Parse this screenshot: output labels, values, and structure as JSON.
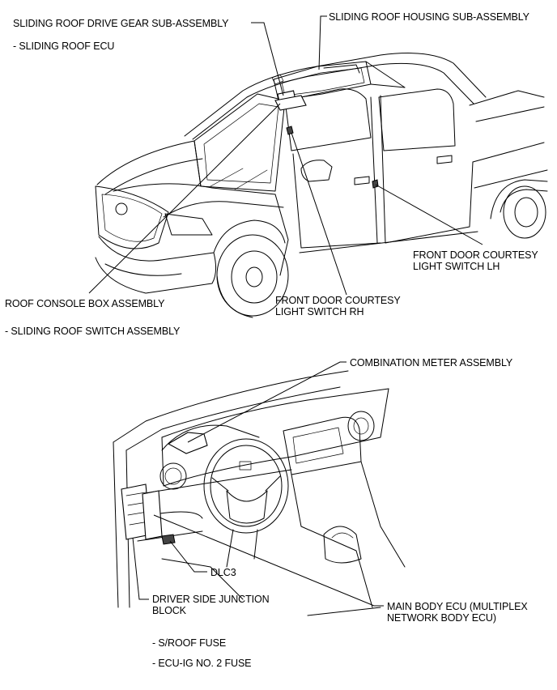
{
  "labels": {
    "sliding_roof_drive_gear": "SLIDING ROOF DRIVE GEAR SUB-ASSEMBLY",
    "sliding_roof_ecu": "- SLIDING ROOF ECU",
    "sliding_roof_housing": "SLIDING ROOF HOUSING SUB-ASSEMBLY",
    "front_door_courtesy_lh_1": "FRONT DOOR COURTESY",
    "front_door_courtesy_lh_2": "LIGHT SWITCH LH",
    "roof_console_box": "ROOF CONSOLE BOX ASSEMBLY",
    "sliding_roof_switch": "- SLIDING ROOF SWITCH ASSEMBLY",
    "front_door_courtesy_rh_1": "FRONT DOOR COURTESY",
    "front_door_courtesy_rh_2": "LIGHT SWITCH RH",
    "combination_meter": "COMBINATION METER ASSEMBLY",
    "dlc3": "DLC3",
    "driver_side_junction_1": "DRIVER SIDE JUNCTION",
    "driver_side_junction_2": "BLOCK",
    "main_body_ecu_1": "MAIN BODY ECU (MULTIPLEX",
    "main_body_ecu_2": "NETWORK BODY ECU)",
    "s_roof_fuse": "- S/ROOF FUSE",
    "ecu_ig_fuse": "- ECU-IG NO. 2 FUSE"
  }
}
